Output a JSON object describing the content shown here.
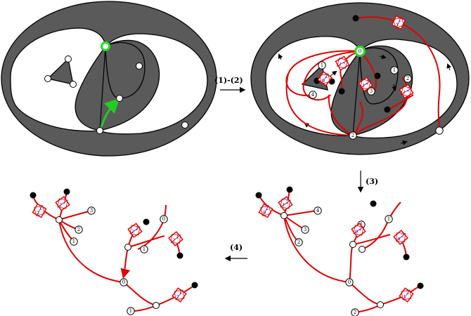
{
  "steps": {
    "s12": "(1)-(2)",
    "s3": "(3)",
    "s4": "(4)"
  },
  "colors": {
    "dark_face": "#5a5a5a",
    "tree_edge": "#e00000",
    "root_vertex": "#22dd22",
    "root_arrow": "#22cc22",
    "diamond_digit": "#0000cc"
  },
  "panel_b": {
    "vertex_labels": [
      "0",
      "1",
      "2",
      "3",
      "4",
      "1",
      "2"
    ],
    "diamonds": [
      {
        "top": "2",
        "bottom": "1"
      },
      {
        "top": "2",
        "bottom": "1"
      },
      {
        "top": "2",
        "bottom": "1"
      },
      {
        "top": "2",
        "bottom": "1"
      },
      {
        "top": "2",
        "bottom": "0"
      }
    ]
  },
  "panel_c": {
    "vertex_labels": [
      "4",
      "3",
      "2",
      "1",
      "0",
      "1",
      "2"
    ],
    "diamonds": [
      {
        "top": "2",
        "bottom": "0"
      },
      {
        "top": "2",
        "bottom": "1"
      },
      {
        "top": "2",
        "bottom": "0"
      },
      {
        "top": "2",
        "bottom": "0"
      },
      {
        "top": "2",
        "bottom": "1"
      }
    ]
  },
  "panel_d": {
    "vertex_labels": [
      "3",
      "2",
      "1",
      "0",
      "0",
      "1",
      "1"
    ],
    "diamonds": [
      {
        "top": "1",
        "bottom": "2"
      },
      {
        "top": "1",
        "bottom": "2"
      },
      {
        "top": "1",
        "bottom": "2"
      },
      {
        "top": "1",
        "bottom": "2"
      },
      {
        "top": "1",
        "bottom": "2"
      }
    ]
  }
}
